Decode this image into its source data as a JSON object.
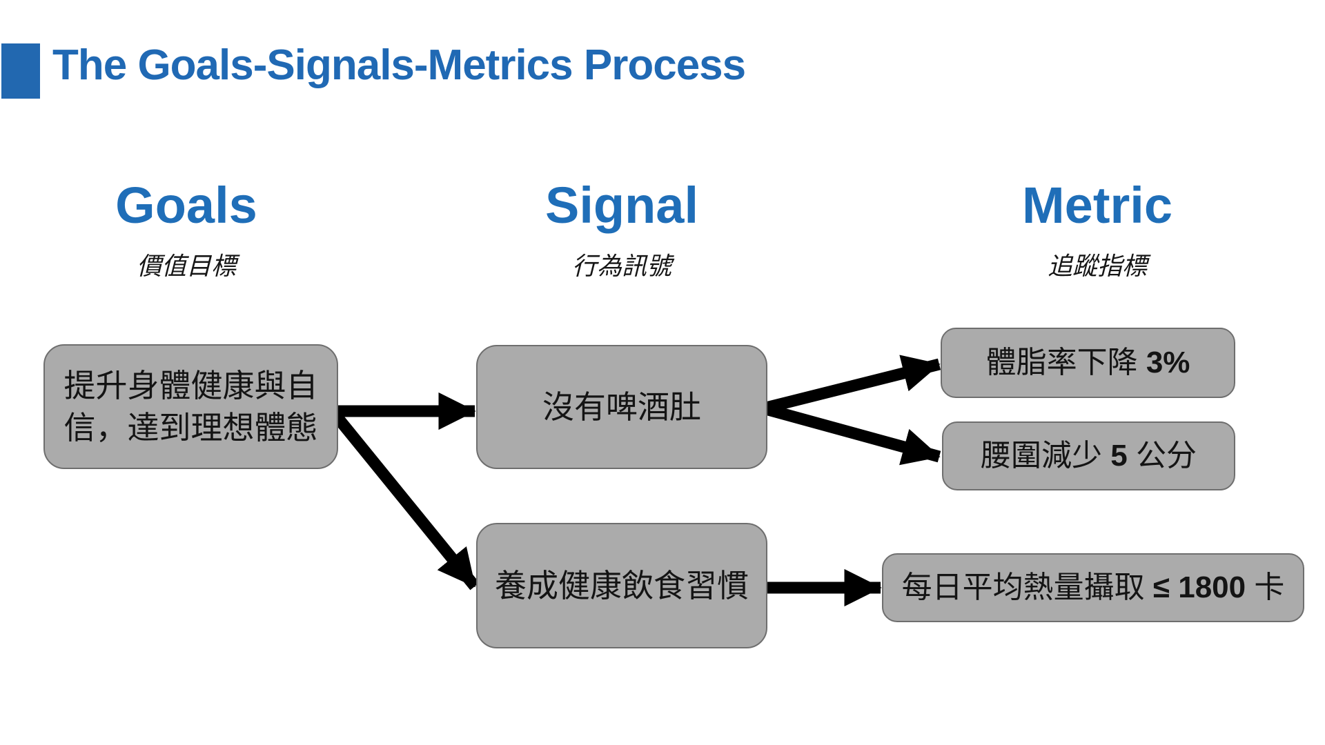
{
  "title": "The Goals-Signals-Metrics Process",
  "columns": {
    "goals": {
      "header": "Goals",
      "subtitle": "價值目標"
    },
    "signal": {
      "header": "Signal",
      "subtitle": "行為訊號"
    },
    "metric": {
      "header": "Metric",
      "subtitle": "追蹤指標"
    }
  },
  "nodes": {
    "goal1": {
      "text": "提升身體健康與自\n信，達到理想體態"
    },
    "signal1": {
      "text": "沒有啤酒肚"
    },
    "signal2": {
      "text": "養成健康飲食習慣"
    },
    "metric1": {
      "prefix": "體脂率下降 ",
      "bold": "3%",
      "suffix": ""
    },
    "metric2": {
      "prefix": "腰圍減少 ",
      "bold": "5",
      "suffix": " 公分"
    },
    "metric3": {
      "prefix": "每日平均熱量攝取 ",
      "bold": "≤ 1800",
      "suffix": " 卡"
    }
  },
  "edges": [
    "goal1 → signal1",
    "goal1 → signal2",
    "signal1 → metric1",
    "signal1 → metric2",
    "signal2 → metric3"
  ],
  "colors": {
    "accent_blue": "#2268b0",
    "header_blue": "#1f6eb8",
    "box_fill": "#ababab",
    "box_border": "#6e6e6e",
    "arrow": "#000000",
    "background": "#ffffff"
  }
}
